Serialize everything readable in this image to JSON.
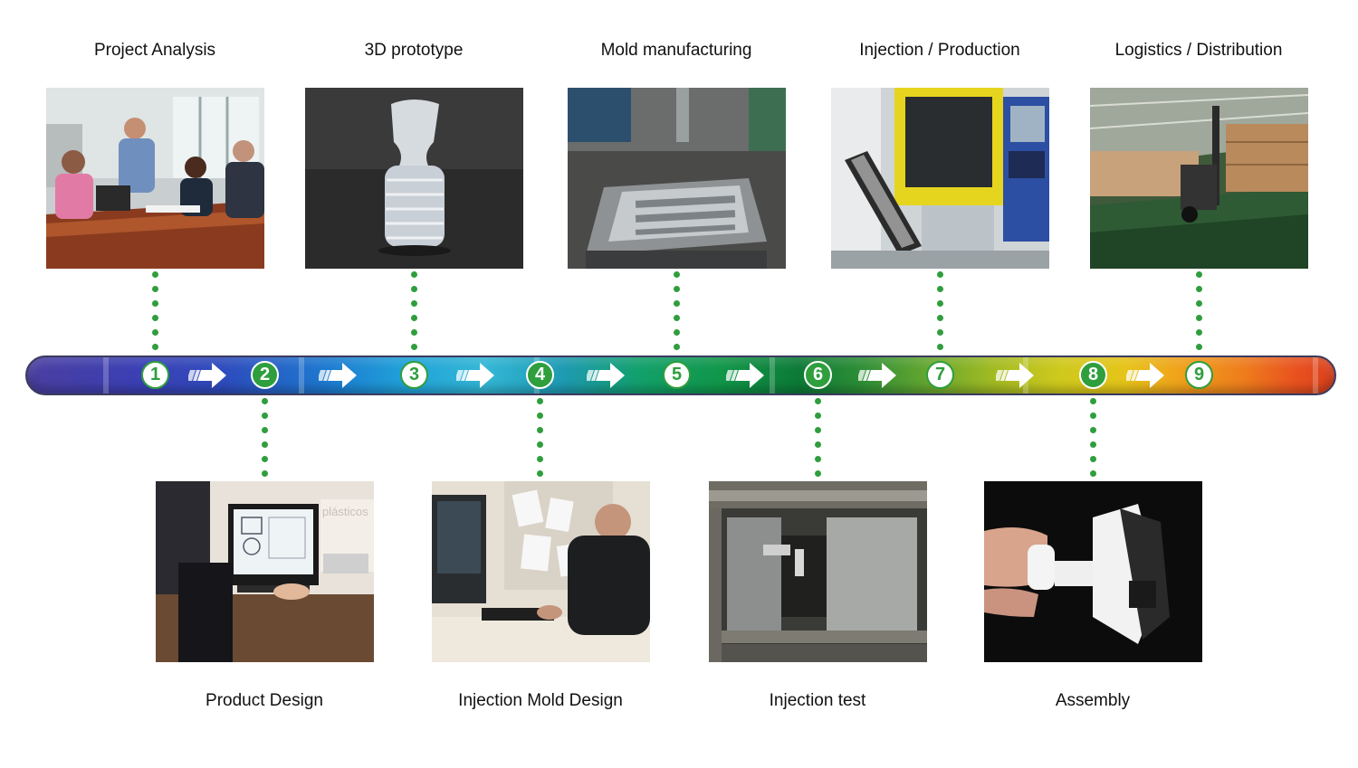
{
  "steps": [
    {
      "number": "1",
      "label": "Project Analysis"
    },
    {
      "number": "2",
      "label": "Product Design"
    },
    {
      "number": "3",
      "label": "3D prototype"
    },
    {
      "number": "4",
      "label": "Injection Mold Design"
    },
    {
      "number": "5",
      "label": "Mold manufacturing"
    },
    {
      "number": "6",
      "label": "Injection test"
    },
    {
      "number": "7",
      "label": "Injection / Production"
    },
    {
      "number": "8",
      "label": "Assembly"
    },
    {
      "number": "9",
      "label": "Logistics / Distribution"
    }
  ],
  "photo_sign_text": "plásticos",
  "colors": {
    "connector_green": "#2f9e3d",
    "text": "#111111"
  }
}
